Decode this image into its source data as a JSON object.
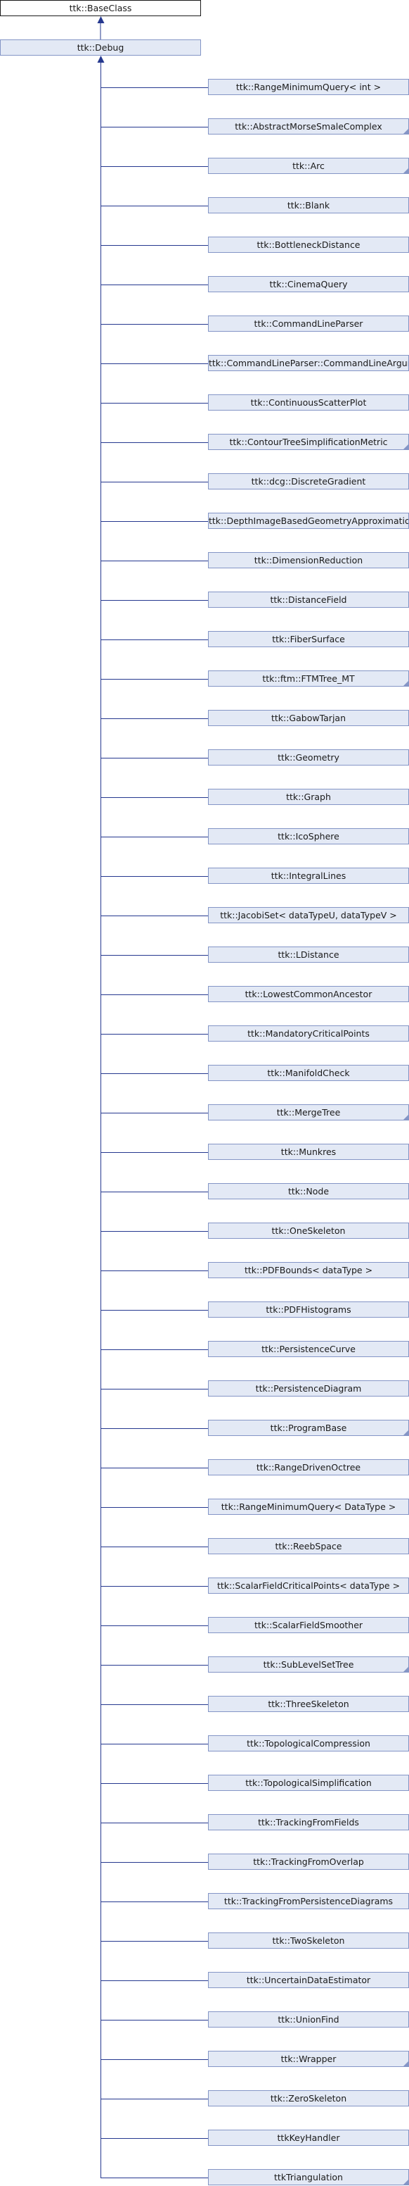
{
  "diagram": {
    "root": {
      "label": "ttk::BaseClass"
    },
    "parent": {
      "label": "ttk::Debug"
    },
    "children": [
      {
        "label": "ttk::RangeMinimumQuery< int >",
        "folded": false
      },
      {
        "label": "ttk::AbstractMorseSmaleComplex",
        "folded": true
      },
      {
        "label": "ttk::Arc",
        "folded": true
      },
      {
        "label": "ttk::Blank",
        "folded": false
      },
      {
        "label": "ttk::BottleneckDistance",
        "folded": false
      },
      {
        "label": "ttk::CinemaQuery",
        "folded": false
      },
      {
        "label": "ttk::CommandLineParser",
        "folded": false
      },
      {
        "label": "ttk::CommandLineParser::CommandLineArgument",
        "folded": false
      },
      {
        "label": "ttk::ContinuousScatterPlot",
        "folded": false
      },
      {
        "label": "ttk::ContourTreeSimplificationMetric",
        "folded": true
      },
      {
        "label": "ttk::dcg::DiscreteGradient",
        "folded": false
      },
      {
        "label": "ttk::DepthImageBasedGeometryApproximation",
        "folded": false
      },
      {
        "label": "ttk::DimensionReduction",
        "folded": false
      },
      {
        "label": "ttk::DistanceField",
        "folded": false
      },
      {
        "label": "ttk::FiberSurface",
        "folded": false
      },
      {
        "label": "ttk::ftm::FTMTree_MT",
        "folded": true
      },
      {
        "label": "ttk::GabowTarjan",
        "folded": false
      },
      {
        "label": "ttk::Geometry",
        "folded": false
      },
      {
        "label": "ttk::Graph",
        "folded": false
      },
      {
        "label": "ttk::IcoSphere",
        "folded": false
      },
      {
        "label": "ttk::IntegralLines",
        "folded": false
      },
      {
        "label": "ttk::JacobiSet< dataTypeU, dataTypeV >",
        "folded": false
      },
      {
        "label": "ttk::LDistance",
        "folded": false
      },
      {
        "label": "ttk::LowestCommonAncestor",
        "folded": false
      },
      {
        "label": "ttk::MandatoryCriticalPoints",
        "folded": false
      },
      {
        "label": "ttk::ManifoldCheck",
        "folded": false
      },
      {
        "label": "ttk::MergeTree",
        "folded": true
      },
      {
        "label": "ttk::Munkres",
        "folded": false
      },
      {
        "label": "ttk::Node",
        "folded": false
      },
      {
        "label": "ttk::OneSkeleton",
        "folded": false
      },
      {
        "label": "ttk::PDFBounds< dataType >",
        "folded": false
      },
      {
        "label": "ttk::PDFHistograms",
        "folded": false
      },
      {
        "label": "ttk::PersistenceCurve",
        "folded": false
      },
      {
        "label": "ttk::PersistenceDiagram",
        "folded": false
      },
      {
        "label": "ttk::ProgramBase",
        "folded": true
      },
      {
        "label": "ttk::RangeDrivenOctree",
        "folded": false
      },
      {
        "label": "ttk::RangeMinimumQuery< DataType >",
        "folded": false
      },
      {
        "label": "ttk::ReebSpace",
        "folded": false
      },
      {
        "label": "ttk::ScalarFieldCriticalPoints< dataType >",
        "folded": false
      },
      {
        "label": "ttk::ScalarFieldSmoother",
        "folded": false
      },
      {
        "label": "ttk::SubLevelSetTree",
        "folded": true
      },
      {
        "label": "ttk::ThreeSkeleton",
        "folded": false
      },
      {
        "label": "ttk::TopologicalCompression",
        "folded": false
      },
      {
        "label": "ttk::TopologicalSimplification",
        "folded": false
      },
      {
        "label": "ttk::TrackingFromFields",
        "folded": false
      },
      {
        "label": "ttk::TrackingFromOverlap",
        "folded": false
      },
      {
        "label": "ttk::TrackingFromPersistenceDiagrams",
        "folded": false
      },
      {
        "label": "ttk::TwoSkeleton",
        "folded": false
      },
      {
        "label": "ttk::UncertainDataEstimator",
        "folded": false
      },
      {
        "label": "ttk::UnionFind",
        "folded": false
      },
      {
        "label": "ttk::Wrapper",
        "folded": true
      },
      {
        "label": "ttk::ZeroSkeleton",
        "folded": false
      },
      {
        "label": "ttkKeyHandler",
        "folded": false
      },
      {
        "label": "ttkTriangulation",
        "folded": true
      }
    ],
    "colors": {
      "node_fill": "#e3e9f5",
      "node_border": "#8495c6",
      "root_border": "#1a1a1a",
      "edge": "#25388f"
    }
  }
}
